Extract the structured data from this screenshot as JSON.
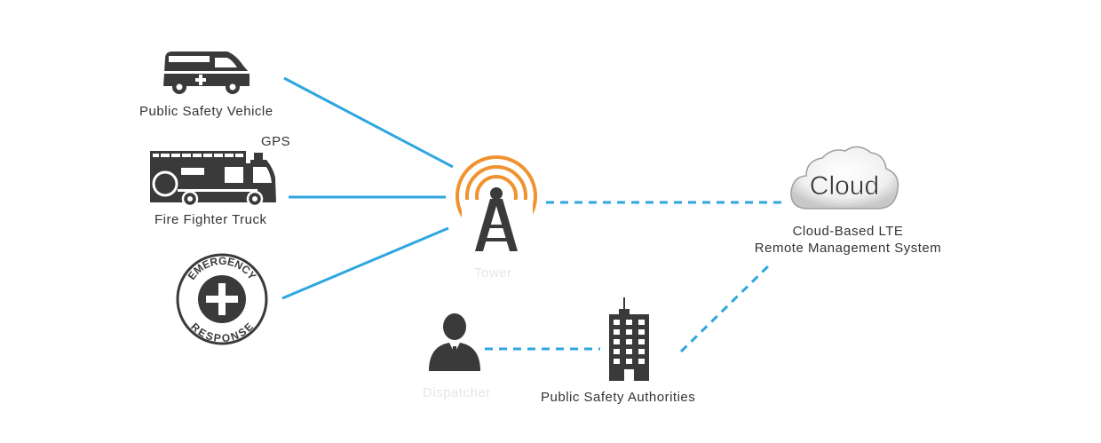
{
  "nodes": {
    "vehicle": {
      "label": "Public Safety Vehicle"
    },
    "truck": {
      "label": "Fire Fighter Truck",
      "gps": "GPS"
    },
    "emergency": {
      "top_text": "EMERGENCY",
      "bottom_text": "RESPONSE"
    },
    "tower": {
      "label": "Tower"
    },
    "cloud": {
      "word": "Cloud",
      "label_line1": "Cloud-Based LTE",
      "label_line2": "Remote Management System"
    },
    "dispatcher": {
      "label": "Dispatcher"
    },
    "authorities": {
      "label": "Public Safety Authorities"
    }
  },
  "colors": {
    "link": "#2ea6e0",
    "tower": "#f0922f",
    "icon": "#3a3a3a",
    "text": "#333333",
    "faint": "#e6e6e6"
  }
}
